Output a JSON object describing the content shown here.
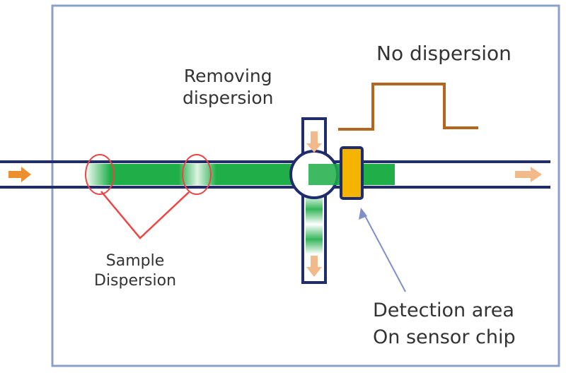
{
  "labels": {
    "removing_dispersion": [
      "Removing",
      "dispersion"
    ],
    "no_dispersion": "No dispersion",
    "sample_dispersion": [
      "Sample",
      "Dispersion"
    ],
    "detection_area": [
      "Detection area",
      "On sensor chip"
    ]
  },
  "colors": {
    "frame": "#8ea0c8",
    "channel": "#1f2d6e",
    "sample_band": "#1fae47",
    "dispersion_marker": "#ee4444",
    "signal_trace": "#b5651d",
    "flow_arrow": "#ec8f2e",
    "flow_arrow_light": "#f2b98a",
    "sensor": "#f4b400",
    "pointer": "#7f8fc7",
    "text": "#333333"
  },
  "icons": {
    "inlet": "right-arrow-icon",
    "outlet": "right-arrow-icon",
    "side_channel": "down-arrow-icon"
  }
}
